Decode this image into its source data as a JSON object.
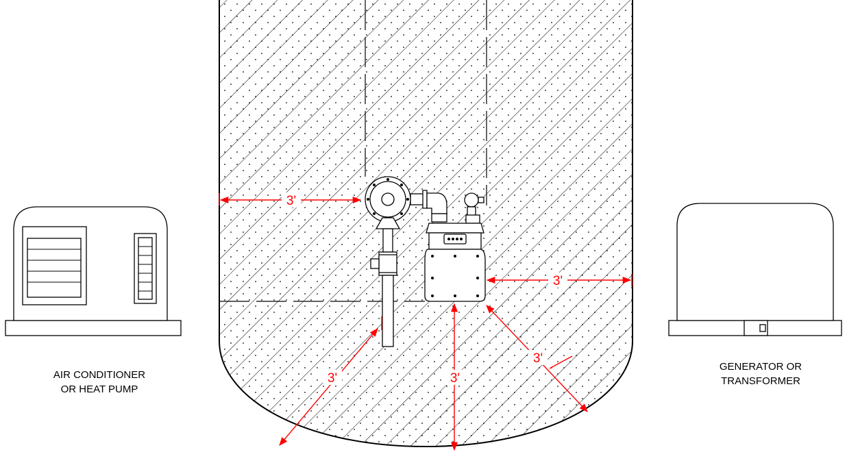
{
  "colors": {
    "line": "#000000",
    "dimension": "#ff0000",
    "hatch": "#000000",
    "background": "#ffffff"
  },
  "left_equipment": {
    "label_line1": "AIR CONDITIONER",
    "label_line2": "OR HEAT PUMP"
  },
  "right_equipment": {
    "label_line1": "GENERATOR OR",
    "label_line2": "TRANSFORMER"
  },
  "dimensions": {
    "left_clearance": "3'",
    "right_clearance": "3'",
    "lower_left_clearance": "3'",
    "bottom_clearance": "3'",
    "lower_right_clearance": "3'"
  }
}
